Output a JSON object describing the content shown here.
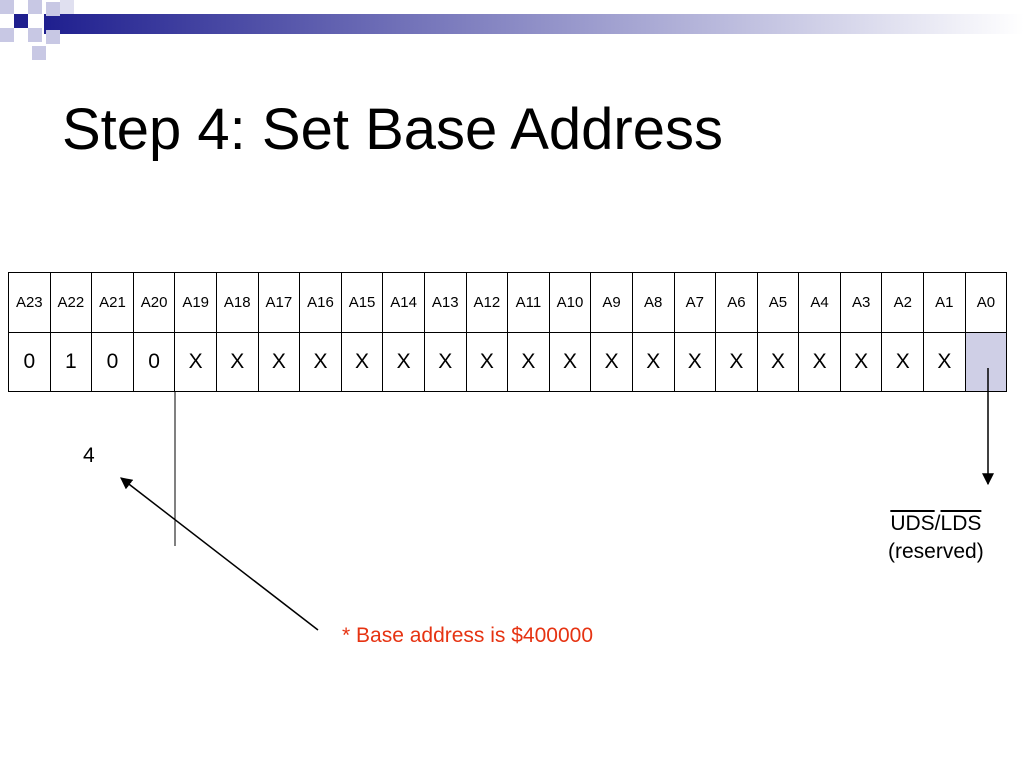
{
  "slide": {
    "title": "Step 4: Set Base Address",
    "banner_colors": [
      "#1f1f8f",
      "#ffffff"
    ]
  },
  "address_table": {
    "headers": [
      "A23",
      "A22",
      "A21",
      "A20",
      "A19",
      "A18",
      "A17",
      "A16",
      "A15",
      "A14",
      "A13",
      "A12",
      "A11",
      "A10",
      "A9",
      "A8",
      "A7",
      "A6",
      "A5",
      "A4",
      "A3",
      "A2",
      "A1",
      "A0"
    ],
    "values": [
      "0",
      "1",
      "0",
      "0",
      "X",
      "X",
      "X",
      "X",
      "X",
      "X",
      "X",
      "X",
      "X",
      "X",
      "X",
      "X",
      "X",
      "X",
      "X",
      "X",
      "X",
      "X",
      "X",
      ""
    ],
    "shaded_cell_color": "#cfcfe6"
  },
  "annotations": {
    "four": "4",
    "uds": "UDS",
    "slash": "/",
    "lds": "LDS",
    "reserved": "(reserved)",
    "note": "* Base address is $400000",
    "note_color": "#e63312"
  }
}
